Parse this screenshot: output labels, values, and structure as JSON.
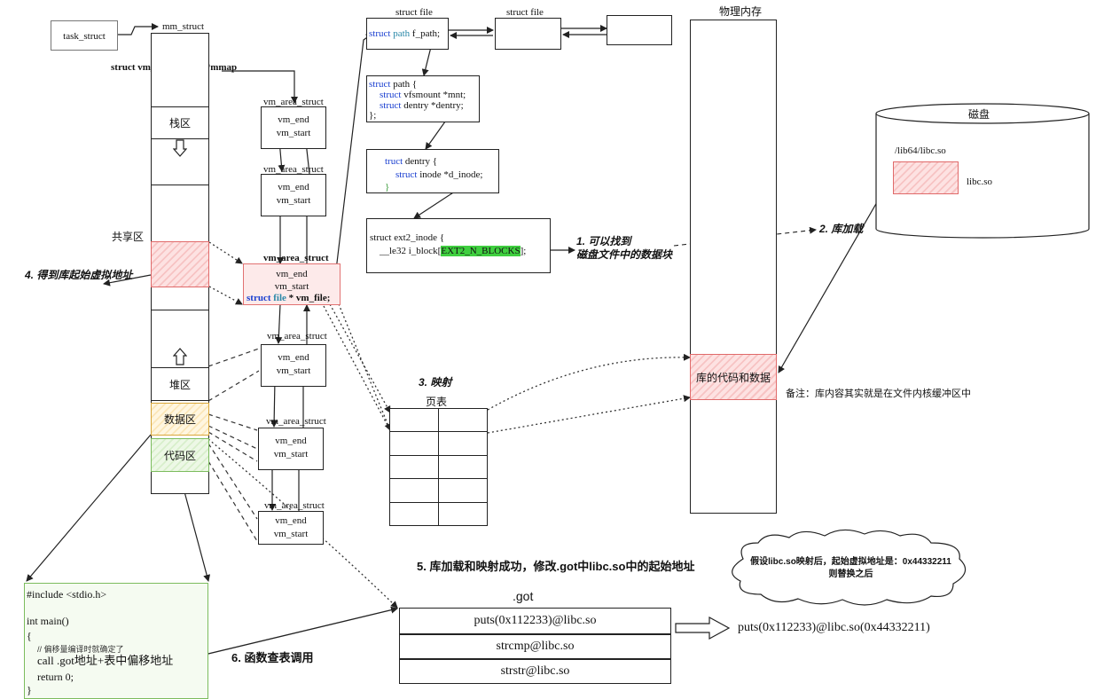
{
  "task_struct": "task_struct",
  "mm_struct": "mm_struct",
  "mmap_decl": "struct vm_area_struct *mmap",
  "memory_regions": {
    "stack": "栈区",
    "shared": "共享区",
    "heap": "堆区",
    "data": "数据区",
    "code": "代码区"
  },
  "vma": {
    "title": "vm_area_struct",
    "end": "vm_end",
    "start": "vm_start",
    "file_kw": "struct",
    "file_type": "file",
    "file_rest": "* vm_file;"
  },
  "struct_file_1": "struct file",
  "struct_file_2": "struct file",
  "fpath": {
    "kw": "struct",
    "type": "path",
    "rest": "f_path;"
  },
  "path_block": {
    "line1_kw": "struct",
    "line1_rest": "path {",
    "line2_kw": "struct",
    "line2_rest": "vfsmount *mnt;",
    "line3_kw": "struct",
    "line3_rest": "dentry *dentry;",
    "line4": "};"
  },
  "dentry_block": {
    "line1_kw": "truct",
    "line1_rest": "dentry {",
    "line2_kw": "struct",
    "line2_rest": "inode *d_inode;",
    "line3": "}"
  },
  "inode_block": {
    "line1": "struct ext2_inode {",
    "line2_pre": "__le32  i_block[",
    "line2_hl": "EXT2_N_BLOCKS",
    "line2_post": "];"
  },
  "phys_mem": {
    "title": "物理内存",
    "lib_label": "库的代码和数据"
  },
  "disk": {
    "title": "磁盘",
    "path": "/lib64/libc.so",
    "file": "libc.so"
  },
  "note": "备注：库内容其实就是在文件内核缓冲区中",
  "steps": {
    "s1_line1": "1. 可以找到",
    "s1_line2": "磁盘文件中的数据块",
    "s2": "2. 库加载",
    "s3": "3. 映射",
    "s4": "4. 得到库起始虚拟地址",
    "s5": "5. 库加载和映射成功，修改.got中libc.so中的起始地址",
    "s6": "6. 函数查表调用"
  },
  "page_table": {
    "title": "页表"
  },
  "code": {
    "include": "#include <stdio.h>",
    "main": "int main()",
    "open": "{",
    "comment": "// 偏移量编译时就确定了",
    "call": "call .got地址+表中偏移地址",
    "ret": "return 0;",
    "close": "}"
  },
  "got": {
    "title": ".got",
    "rows": [
      "puts(0x112233)@libc.so",
      "strcmp@libc.so",
      "strstr@libc.so"
    ],
    "replaced": "puts(0x112233)@libc.so(0x44332211)"
  },
  "cloud": {
    "line1": "假设libc.so映射后，起始虚拟地址是：0x44332211",
    "line2": "则替换之后"
  },
  "colors": {
    "red_hatch": "#f7c3c3",
    "yellow_hatch": "#fbe6b8",
    "green_hatch": "#d8efcb",
    "highlight_green": "#3fcf3f",
    "keyword_blue": "#1a3fd0"
  }
}
